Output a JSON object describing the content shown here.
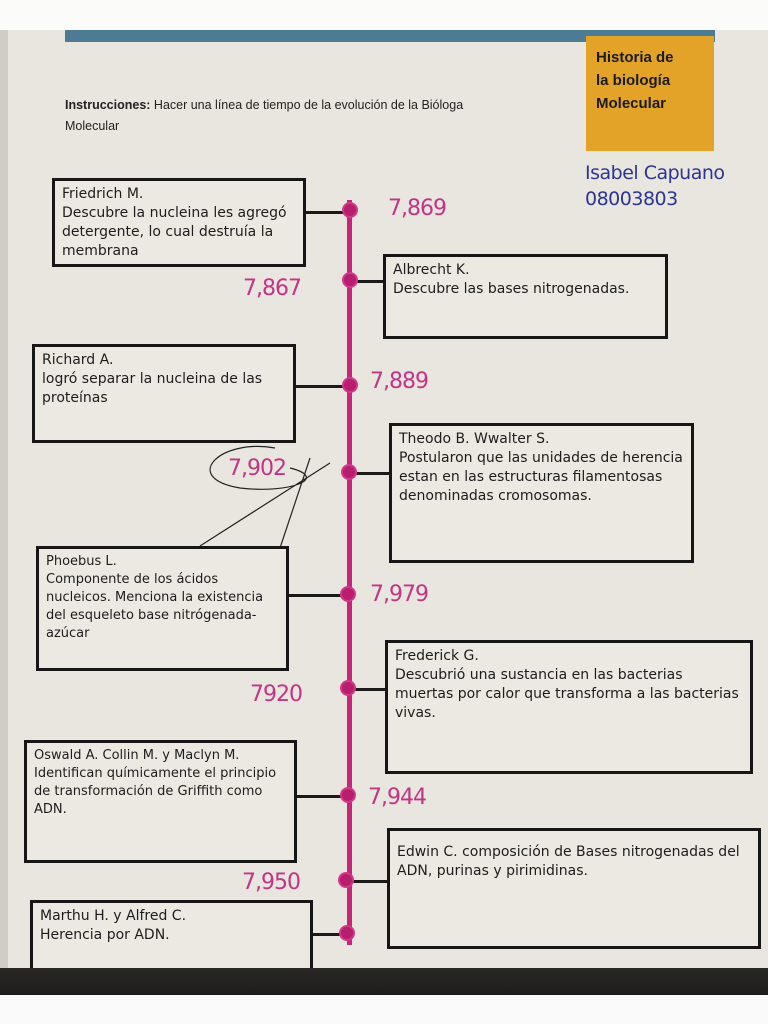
{
  "header": {
    "title_box": [
      "Historia de",
      "la biología",
      "Molecular"
    ],
    "instructions_label": "Instrucciones:",
    "instructions_text": " Hacer una línea de tiempo de la evolución de la Bióloga Molecular"
  },
  "student": {
    "name": "Isabel Capuano",
    "id": "08003803"
  },
  "colors": {
    "timeline": "#c8247a",
    "title_box": "#e3a329",
    "top_bar": "#4d7b93",
    "student_ink": "#2c3590"
  },
  "timeline": [
    {
      "year": "7,869",
      "who": "Friedrich M.",
      "text": "Descubre la nucleina les agregó detergente, lo cual destruía la membrana"
    },
    {
      "year": "7,867",
      "who": "Albrecht K.",
      "text": "Descubre las bases nitrogenadas."
    },
    {
      "year": "7,889",
      "who": "Richard A.",
      "text": "logró separar la nucleina de las proteínas"
    },
    {
      "year": "7,902",
      "who": "Theodo B. Wwalter S.",
      "text": "Postularon que las unidades de herencia estan en las estructuras filamentosas denominadas cromosomas."
    },
    {
      "year": "7,979",
      "who": "Phoebus L.",
      "text": "Componente de los ácidos nucleicos. Menciona la existencia del esqueleto base nitrógenada-azúcar"
    },
    {
      "year": "7920",
      "who": "Frederick G.",
      "text": "Descubrió una sustancia en las bacterias muertas por calor que transforma a las bacterias vivas."
    },
    {
      "year": "7,944",
      "who": "Oswald A. Collin M. y Maclyn M.",
      "text": "Identifican químicamente el principio de transformación de Griffith como ADN."
    },
    {
      "year": "7,950",
      "who": "Edwin C.",
      "text": "composición de Bases nitrogenadas del ADN, purinas y pirimidinas."
    },
    {
      "year": "",
      "who": "Marthu H. y Alfred C.",
      "text": "Herencia por ADN."
    }
  ]
}
